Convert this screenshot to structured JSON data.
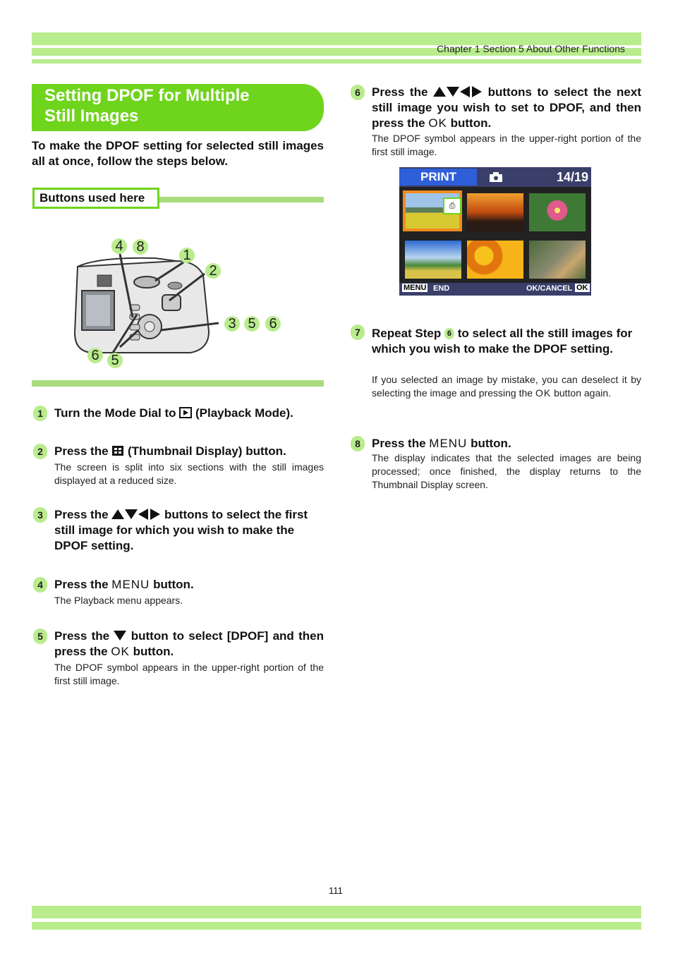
{
  "header": {
    "chapter": "Chapter 1 Section 5 About Other Functions"
  },
  "title": {
    "line1": "Setting DPOF for Multiple",
    "line2": "Still Images"
  },
  "intro": "To make the DPOF setting for selected still images all at once, follow the steps below.",
  "buttons_used": {
    "label": "Buttons used here"
  },
  "camera_callouts": [
    "4",
    "8",
    "1",
    "2",
    "3",
    "5",
    "6",
    "6",
    "5"
  ],
  "steps": [
    {
      "num": "1",
      "head_pre": "Turn the Mode Dial to",
      "head_post": "(Playback Mode).",
      "body": ""
    },
    {
      "num": "2",
      "head_pre": "Press the",
      "head_post": "(Thumbnail Display) button.",
      "body": "The screen is split into six sections with the still images displayed at a reduced size."
    },
    {
      "num": "3",
      "head_pre": "Press the",
      "head_post": "buttons to select the first still image for which you wish to make the DPOF setting.",
      "body": ""
    },
    {
      "num": "4",
      "head_pre": "Press the",
      "head_menu": "MENU",
      "head_post": "button.",
      "body": "The Playback menu appears."
    },
    {
      "num": "5",
      "head_pre": "Press the",
      "head_post": "button to select [DPOF] and then press the",
      "head_ok": "OK",
      "head_end": "button.",
      "body": "The DPOF symbol appears in the upper-right portion of the first still image."
    },
    {
      "num": "6",
      "head_pre": "Press the",
      "head_post": "buttons to select the next still image you wish to set to DPOF, and then press the",
      "head_ok": "OK",
      "head_end": "button.",
      "body": "The DPOF symbol appears in the upper-right portion of the first still image."
    },
    {
      "num": "7",
      "head_pre": "Repeat Step",
      "ref": "6",
      "head_post": "to select all the still images for which you wish to make the DPOF setting.",
      "body_pre": "If you selected an image by mistake, you can deselect it by selecting the image and pressing the",
      "body_ok": "OK",
      "body_post": "button again."
    },
    {
      "num": "8",
      "head_pre": "Press the",
      "head_menu": "MENU",
      "head_post": "button.",
      "body": "The display indicates that the selected images are being processed; once finished, the display returns to the Thumbnail Display screen."
    }
  ],
  "lcd": {
    "print": "PRINT",
    "counter": "14/19",
    "menu": "MENU",
    "end": "END",
    "okcancel": "OK/CANCEL",
    "ok": "OK"
  },
  "page_number": "111",
  "colors": {
    "green_band": "#b9ec8d",
    "title_green": "#6fd41c"
  }
}
